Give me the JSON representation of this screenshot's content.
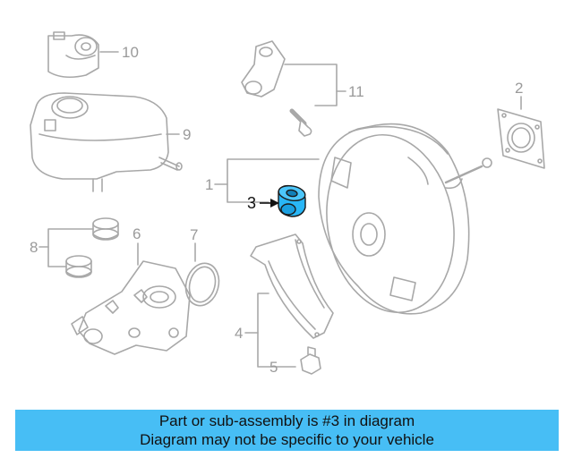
{
  "diagram": {
    "callouts": {
      "c1": "1",
      "c2": "2",
      "c3": "3",
      "c4": "4",
      "c5": "5",
      "c6": "6",
      "c7": "7",
      "c8": "8",
      "c9": "9",
      "c10": "10",
      "c11": "11"
    },
    "highlight_part": "3",
    "colors": {
      "line_art": "#a8a8a8",
      "highlight": "#29b6f6",
      "banner": "#47bef5"
    }
  },
  "banner": {
    "line1": "Part or sub-assembly is #3 in diagram",
    "line2": "Diagram may not be specific to your vehicle"
  }
}
